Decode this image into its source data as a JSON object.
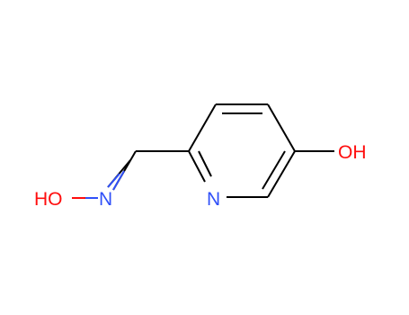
{
  "molecule": {
    "atoms": {
      "hydroxyl_right": {
        "label": "OH",
        "color": "#ff0d0d"
      },
      "ring_nitrogen": {
        "label": "N",
        "color": "#3050f8"
      },
      "oxime_nitrogen": {
        "label": "N",
        "color": "#3050f8"
      },
      "oxime_oxygen": {
        "label": "HO",
        "color": "#ff0d0d"
      }
    },
    "colors": {
      "bond": "#000000",
      "nitrogen": "#3050f8",
      "oxygen": "#ff0d0d"
    }
  }
}
